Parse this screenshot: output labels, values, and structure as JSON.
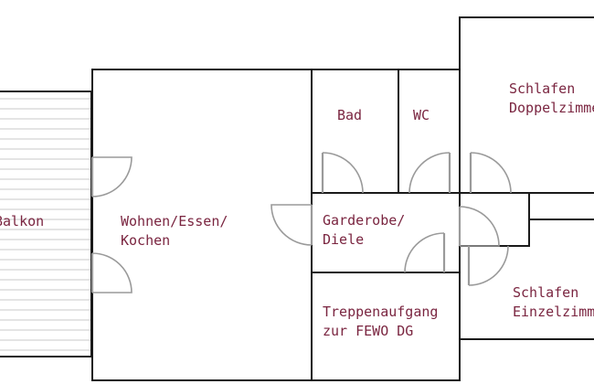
{
  "plan": {
    "rooms": {
      "balkon": [
        "Balkon"
      ],
      "wohnen": [
        "Wohnen/Essen/",
        "Kochen"
      ],
      "bad": [
        "Bad"
      ],
      "wc": [
        "WC"
      ],
      "schlafen_doppel": [
        "Schlafen",
        "Doppelzimmer"
      ],
      "garderobe": [
        "Garderobe/",
        "Diele"
      ],
      "treppe": [
        "Treppenaufgang",
        "zur FEWO DG"
      ],
      "schlafen_einzel": [
        "Schlafen",
        "Einzelzimmer"
      ]
    }
  },
  "colors": {
    "wall": "#1a1a1a",
    "label": "#7a2540",
    "door": "#9a9a9a",
    "balcony_slat": "#c8c8c8"
  }
}
